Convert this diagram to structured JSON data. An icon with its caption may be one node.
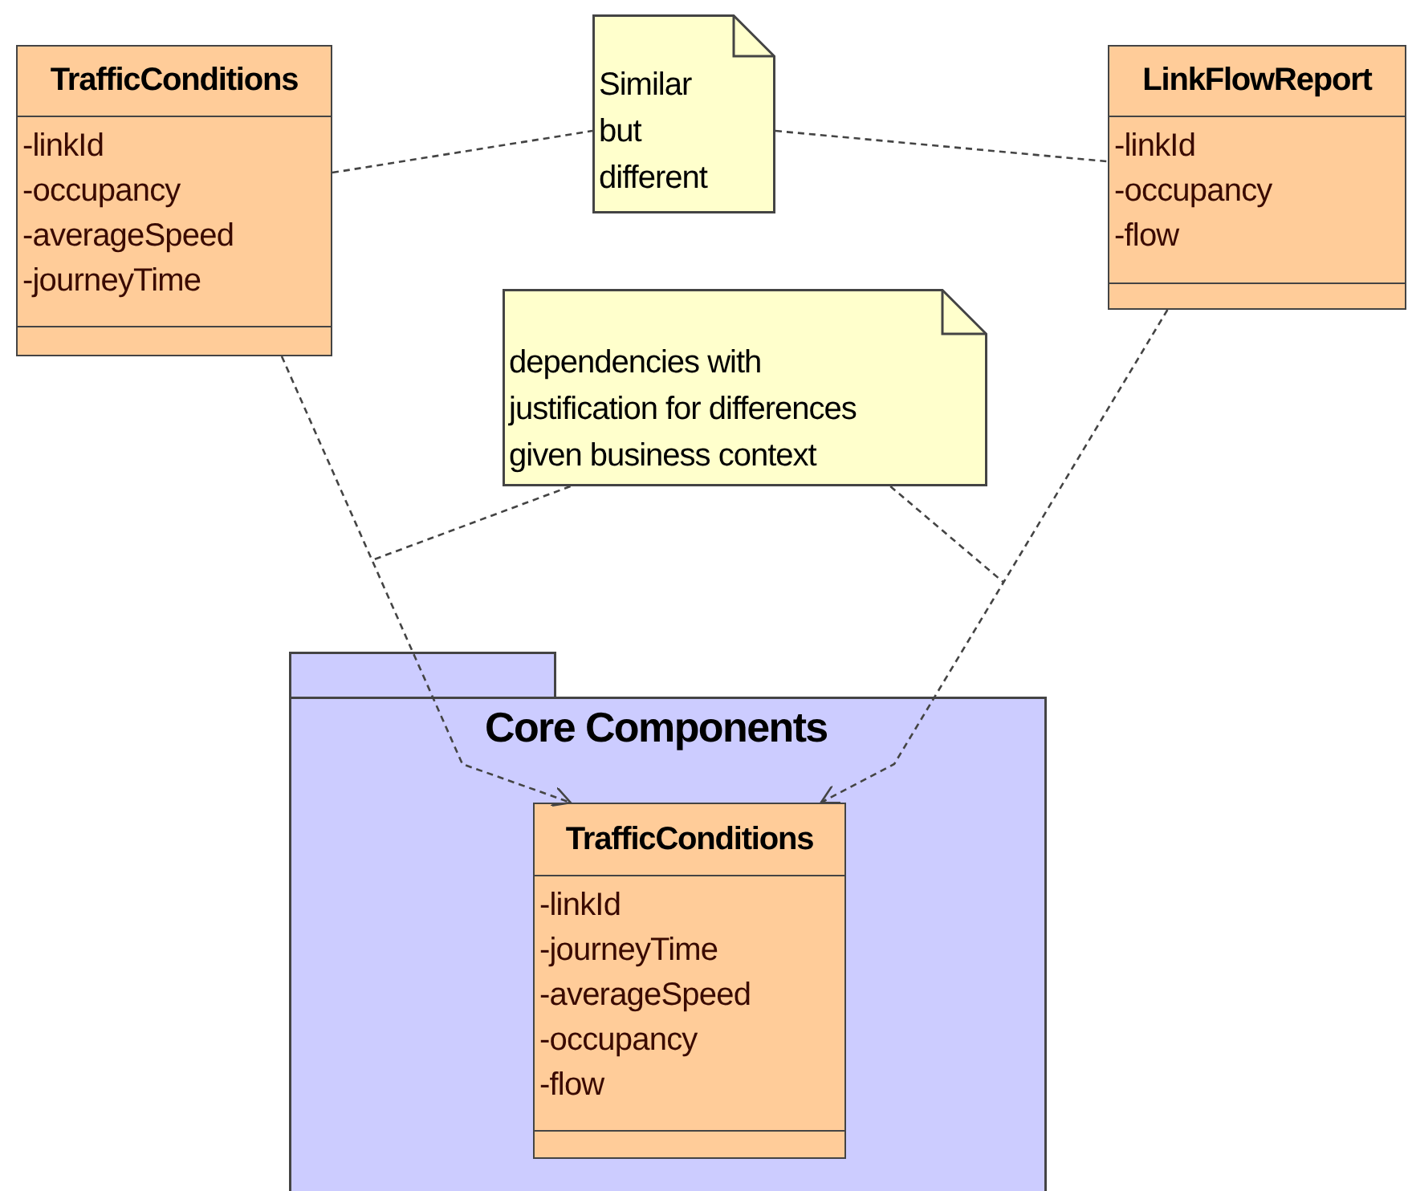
{
  "diagram": {
    "nodes": [
      {
        "text": [
          "TrafficConditions",
          "-linkId",
          "-occupancy",
          "-averageSpeed",
          "-journeyTime"
        ]
      },
      {
        "text": [
          "Similar but different"
        ]
      },
      {
        "text": [
          "LinkFlowReport",
          "-linkId",
          "-occupancy",
          "-flow"
        ]
      },
      {
        "text": [
          "dependencies with justification for differences given business context"
        ]
      },
      {
        "text": [
          "Core Components"
        ]
      },
      {
        "text": [
          "TrafficConditions",
          "-linkId",
          "-journeyTime",
          "-averageSpeed",
          "-occupancy",
          "-flow"
        ],
        "in": 4
      }
    ],
    "edges": [
      {
        "from": 0,
        "to": 1,
        "arrow": "none",
        "style": "dashed"
      },
      {
        "from": 1,
        "to": 2,
        "arrow": "none",
        "style": "dashed"
      },
      {
        "from": 0,
        "to": 5,
        "arrow": "to",
        "style": "dashed"
      },
      {
        "from": 2,
        "to": 5,
        "arrow": "to",
        "style": "dashed"
      },
      {
        "from": 3,
        "to": null,
        "arrow": "none",
        "style": "dashed"
      },
      {
        "from": 3,
        "to": null,
        "arrow": "none",
        "style": "dashed"
      }
    ]
  }
}
